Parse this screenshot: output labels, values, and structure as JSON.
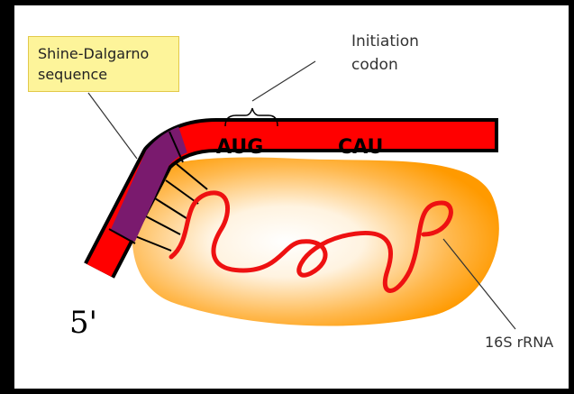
{
  "labels": {
    "shine_dalgarno_line1": "Shine-Dalgarno",
    "shine_dalgarno_line2": "sequence",
    "initiation_line1": "Initiation",
    "initiation_line2": "codon",
    "codon_aug": "AUG",
    "codon_cau": "CAU",
    "rrna": "16S rRNA",
    "five_prime": "5'"
  },
  "colors": {
    "mrna": "#ff0000",
    "shine_dalgarno": "#7a1a6e",
    "ribosome": "#ffa21a",
    "label_box": "#fdf49a",
    "outline": "#000000"
  }
}
